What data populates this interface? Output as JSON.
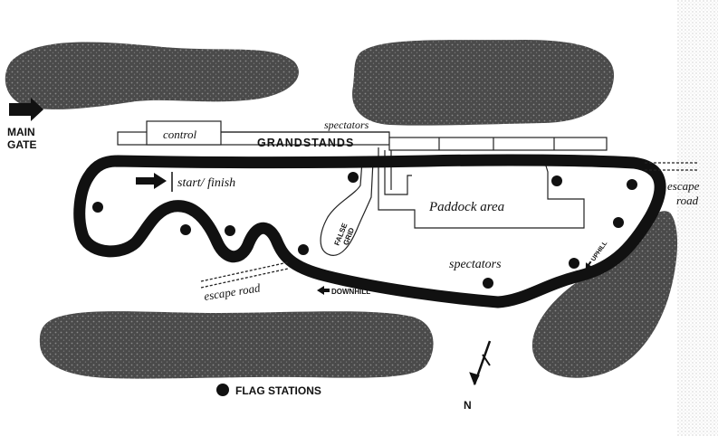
{
  "labels": {
    "main_gate_line1": "MAIN",
    "main_gate_line2": "GATE",
    "control": "control",
    "spectators_top": "spectators",
    "grandstands": "GRANDSTANDS",
    "start_finish": "start/ finish",
    "false_grid_line1": "FALSE",
    "false_grid_line2": "GRID",
    "paddock_area": "Paddock area",
    "spectators_mid": "spectators",
    "escape_road_left": "escape road",
    "escape_road_right_line1": "escape",
    "escape_road_right_line2": "road",
    "downhill": "DOWNHILL",
    "uphill": "UPHILL",
    "legend_flag_stations": "FLAG STATIONS",
    "north": "N"
  },
  "colors": {
    "track": "#111111",
    "wooded_area": "#5a5a5a",
    "flag_station": "#111111",
    "outline": "#222222"
  },
  "icons": {
    "gate_arrow": "arrow-right-icon",
    "start_arrow": "arrow-right-icon",
    "north_arrow": "north-arrow-icon",
    "legend_dot": "flag-station-dot-icon"
  }
}
